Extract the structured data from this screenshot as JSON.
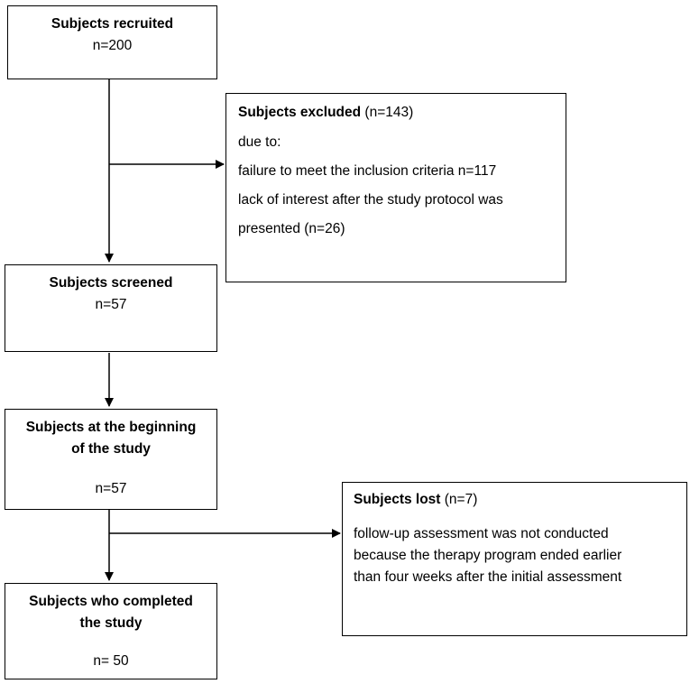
{
  "boxes": {
    "recruited": {
      "title": "Subjects recruited",
      "count": "n=200"
    },
    "excluded": {
      "title": "Subjects excluded",
      "count": " (n=143)",
      "lines": [
        "due to:",
        "failure to meet the inclusion criteria n=117",
        "lack of interest after the study protocol was",
        "presented (n=26)"
      ]
    },
    "screened": {
      "title": "Subjects screened",
      "count": "n=57"
    },
    "beginning": {
      "title_line1": "Subjects at the beginning",
      "title_line2": "of the study",
      "count": "n=57"
    },
    "lost": {
      "title": "Subjects lost",
      "count": " (n=7)",
      "lines": [
        "follow-up assessment was not conducted",
        "because the therapy program ended earlier",
        "than four weeks after the initial assessment"
      ]
    },
    "completed": {
      "title_line1": "Subjects who completed",
      "title_line2": "the study",
      "count": "n= 50"
    }
  },
  "colors": {
    "line": "#000000",
    "background": "#ffffff"
  }
}
